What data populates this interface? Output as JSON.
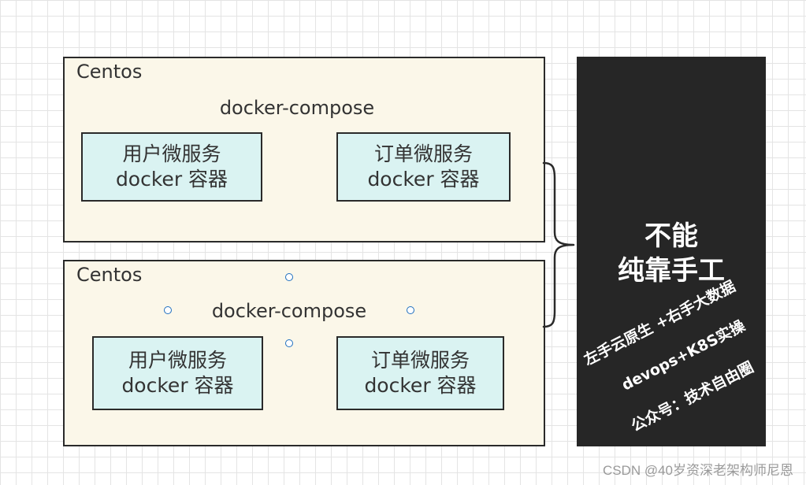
{
  "hosts": [
    {
      "label": "Centos",
      "compose": "docker-compose",
      "containers": [
        {
          "line1": "用户微服务",
          "line2": "docker 容器"
        },
        {
          "line1": "订单微服务",
          "line2": "docker 容器"
        }
      ]
    },
    {
      "label": "Centos",
      "compose": "docker-compose",
      "containers": [
        {
          "line1": "用户微服务",
          "line2": "docker 容器"
        },
        {
          "line1": "订单微服务",
          "line2": "docker 容器"
        }
      ]
    }
  ],
  "side_panel": {
    "title_line1": "不能",
    "title_line2": "纯靠手工",
    "watermark_lines": [
      "左手云原生 +右手大数据",
      "devops+K8S实操",
      "公众号：技术自由圈"
    ]
  },
  "footer": {
    "credit": "CSDN @40岁资深老架构师尼恩"
  },
  "colors": {
    "host_fill": "#fbf7e9",
    "container_fill": "#daf3f2",
    "panel_fill": "#262626",
    "border": "#2a2a2a"
  }
}
